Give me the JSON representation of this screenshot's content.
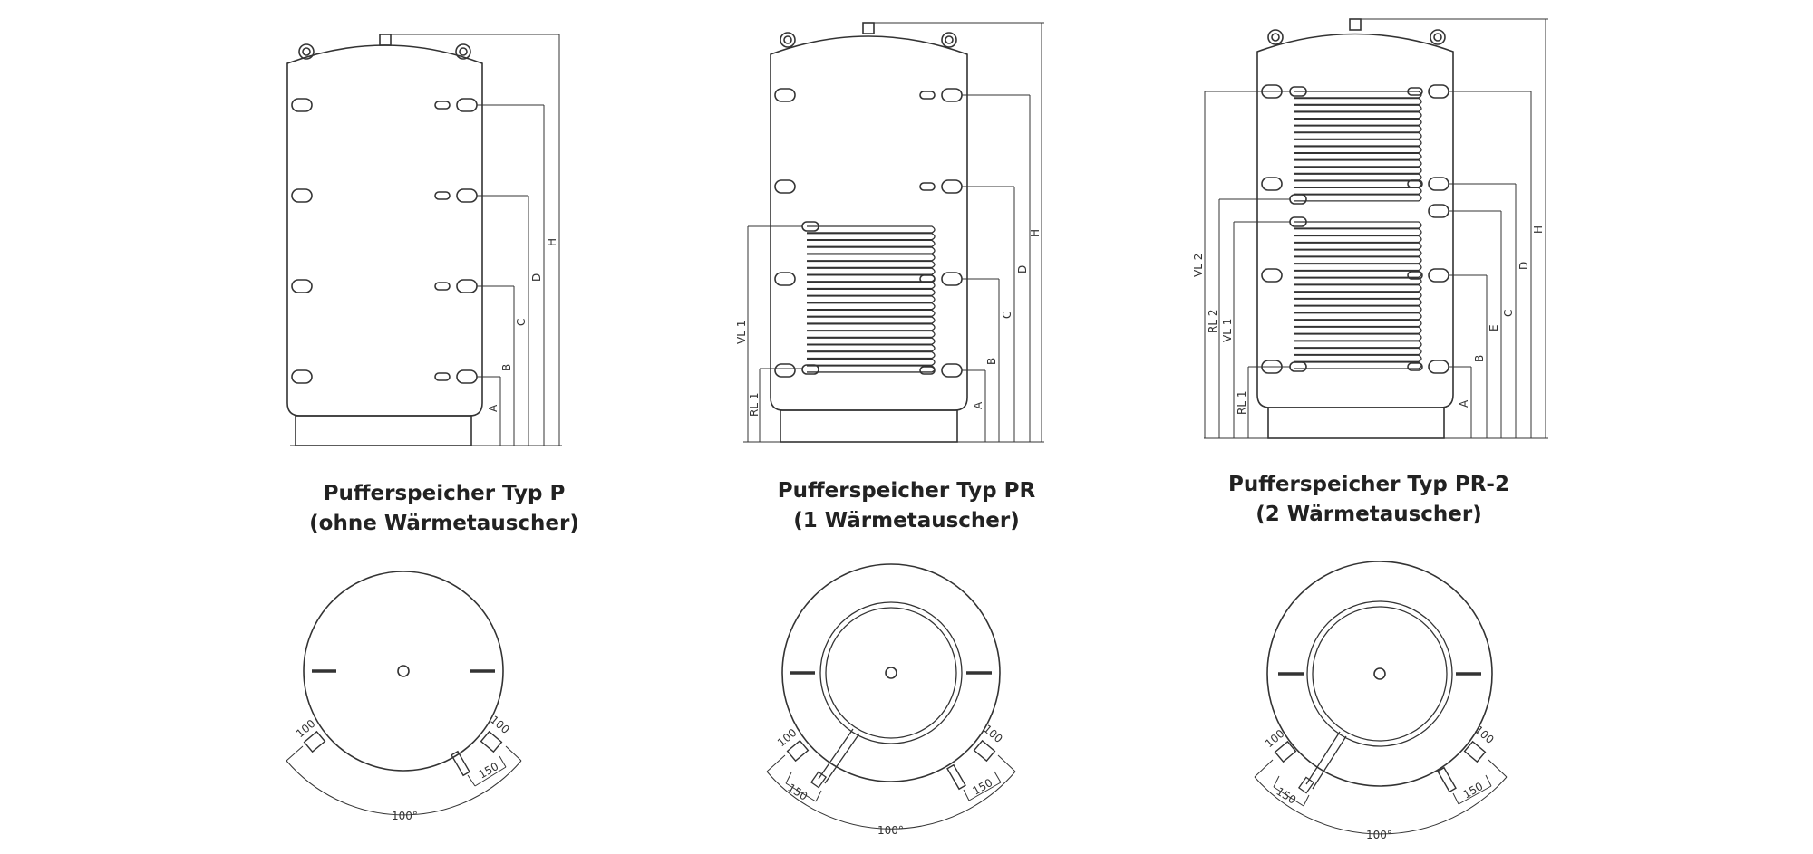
{
  "tanks": [
    {
      "id": "p",
      "title": "Pufferspeicher Typ P",
      "subtitle": "(ohne Wärmetauscher)",
      "dimension_labels": [
        "A",
        "B",
        "C",
        "D",
        "H"
      ],
      "connection_labels": [],
      "plan_labels": {
        "left_spacing": "100",
        "right_spacing": "100",
        "offset": "150",
        "angle": "100°"
      }
    },
    {
      "id": "pr",
      "title": "Pufferspeicher Typ PR",
      "subtitle": "(1 Wärmetauscher)",
      "dimension_labels": [
        "A",
        "B",
        "C",
        "D",
        "H"
      ],
      "connection_labels": [
        "VL 1",
        "RL 1"
      ],
      "plan_labels": {
        "left_spacing": "100",
        "right_spacing": "100",
        "left_offset": "150",
        "right_offset": "150",
        "angle": "100°"
      }
    },
    {
      "id": "pr2",
      "title": "Pufferspeicher Typ PR-2",
      "subtitle": "(2 Wärmetauscher)",
      "dimension_labels": [
        "A",
        "B",
        "E",
        "C",
        "D",
        "H"
      ],
      "connection_labels": [
        "VL 2",
        "RL 2",
        "VL 1",
        "RL 1"
      ],
      "plan_labels": {
        "left_spacing": "100",
        "right_spacing": "100",
        "left_offset": "150",
        "right_offset": "150",
        "angle": "100°"
      }
    }
  ]
}
